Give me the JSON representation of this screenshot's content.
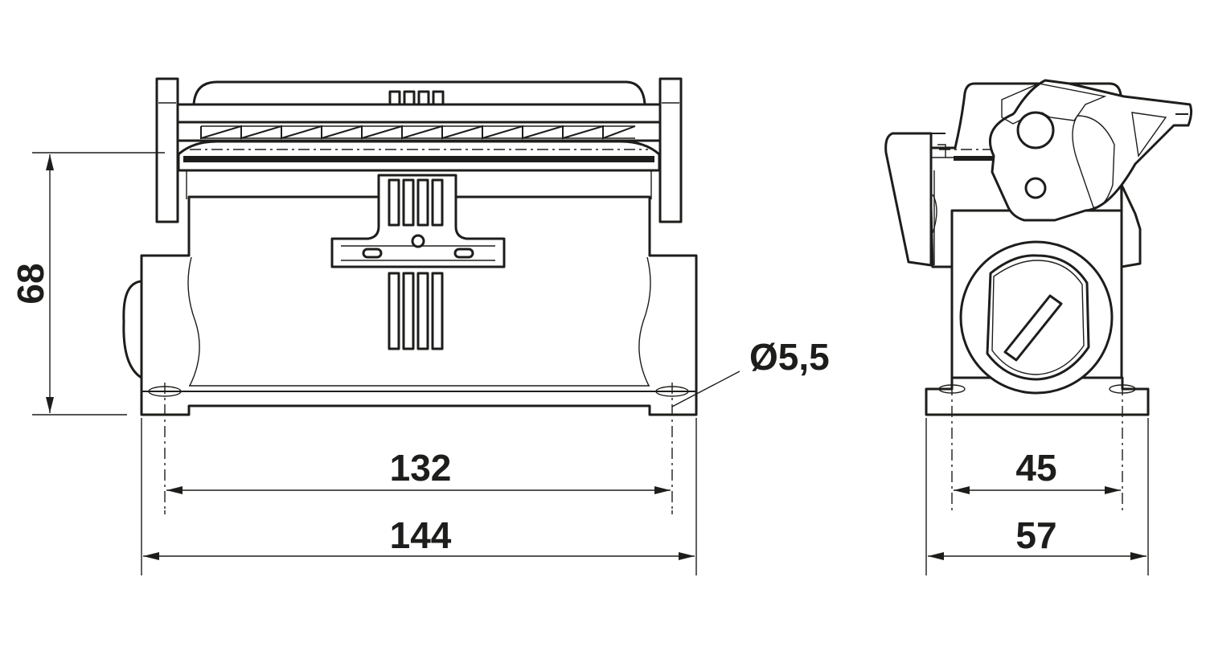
{
  "dimensions": {
    "height": "68",
    "hole_diameter": "Ø5,5",
    "front_hole_spacing": "132",
    "front_width": "144",
    "side_hole_spacing": "45",
    "side_width": "57"
  },
  "colors": {
    "ink": "#1d1d1b",
    "background": "#ffffff"
  }
}
